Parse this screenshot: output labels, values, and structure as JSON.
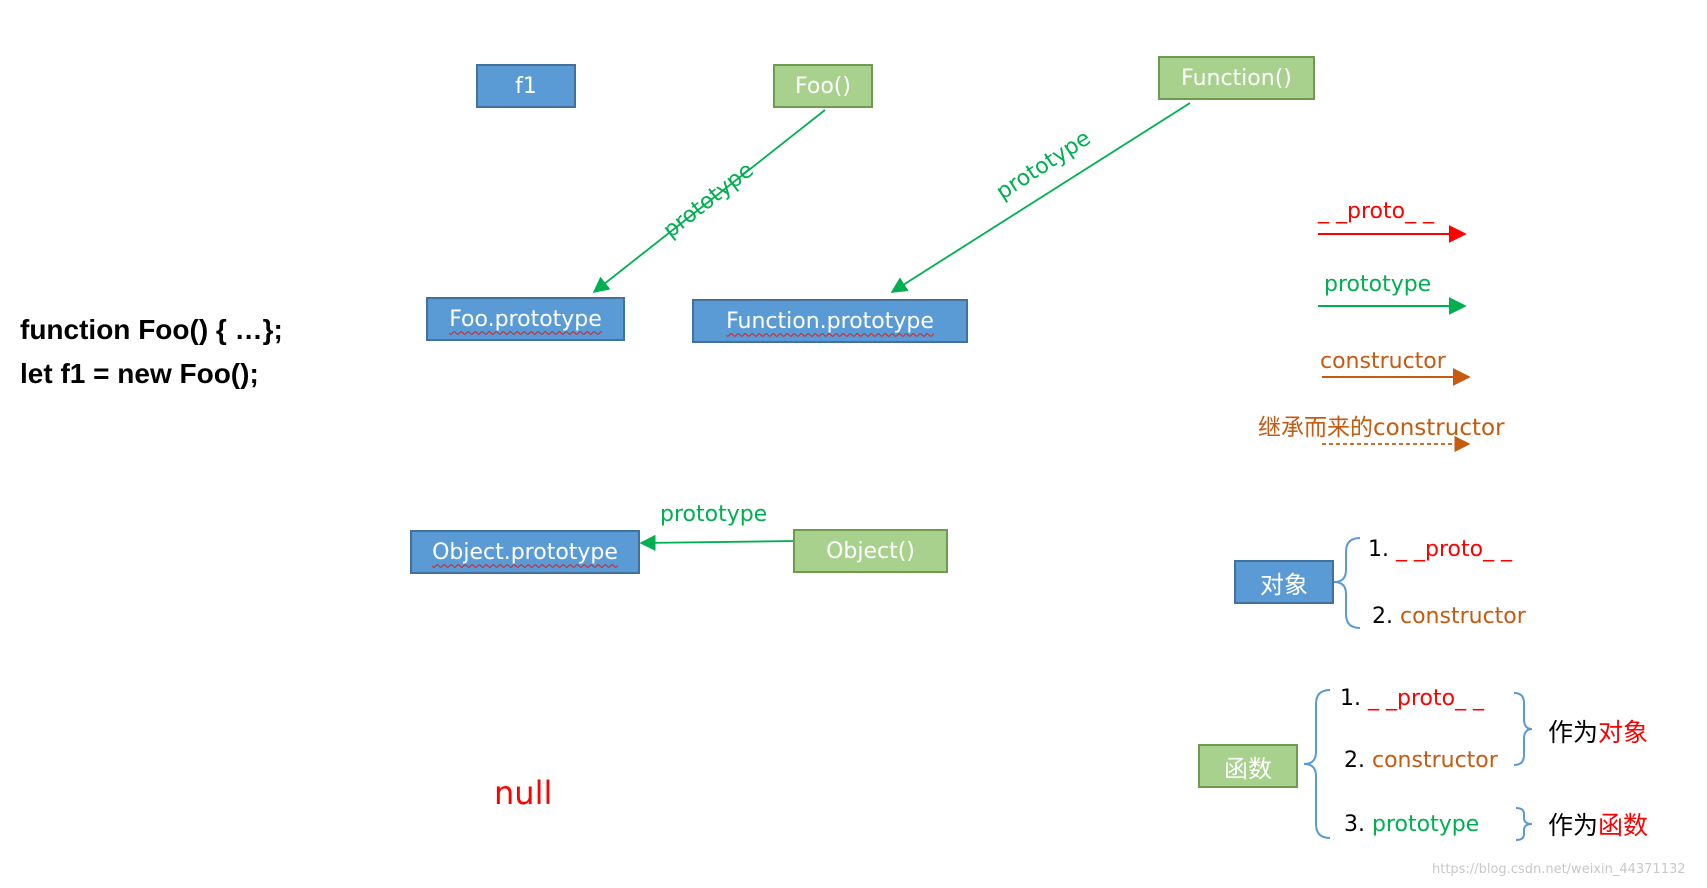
{
  "code": {
    "line1": "function Foo() { …};",
    "line2": "let f1 = new Foo();"
  },
  "nodes": {
    "f1": "f1",
    "foo": "Foo()",
    "function": "Function()",
    "foo_prototype": "Foo.prototype",
    "function_prototype": "Function.prototype",
    "object_prototype": "Object.prototype",
    "object": "Object()",
    "null": "null"
  },
  "edges": {
    "foo_to_foo_prototype": "prototype",
    "function_to_function_prototype": "prototype",
    "object_to_object_prototype": "prototype"
  },
  "legend": {
    "proto": "_ _proto_ _",
    "prototype": "prototype",
    "constructor": "constructor",
    "inherited_constructor": "继承而来的constructor"
  },
  "object_group": {
    "title": "对象",
    "item1_num": "1.",
    "item1_text": "_ _proto_ _",
    "item2_num": "2.",
    "item2_text": "constructor"
  },
  "function_group": {
    "title": "函数",
    "item1_num": "1.",
    "item1_text": "_ _proto_ _",
    "item2_num": "2.",
    "item2_text": "constructor",
    "item3_num": "3.",
    "item3_text": "prototype",
    "as_object_prefix": "作为",
    "as_object_word": "对象",
    "as_function_prefix": "作为",
    "as_function_word": "函数"
  },
  "watermark": "https://blog.csdn.net/weixin_44371132",
  "colors": {
    "proto": "#ff0000",
    "prototype": "#00b050",
    "constructor": "#c55a11",
    "blue_box": "#5b9bd5",
    "green_box": "#a9d18e"
  }
}
